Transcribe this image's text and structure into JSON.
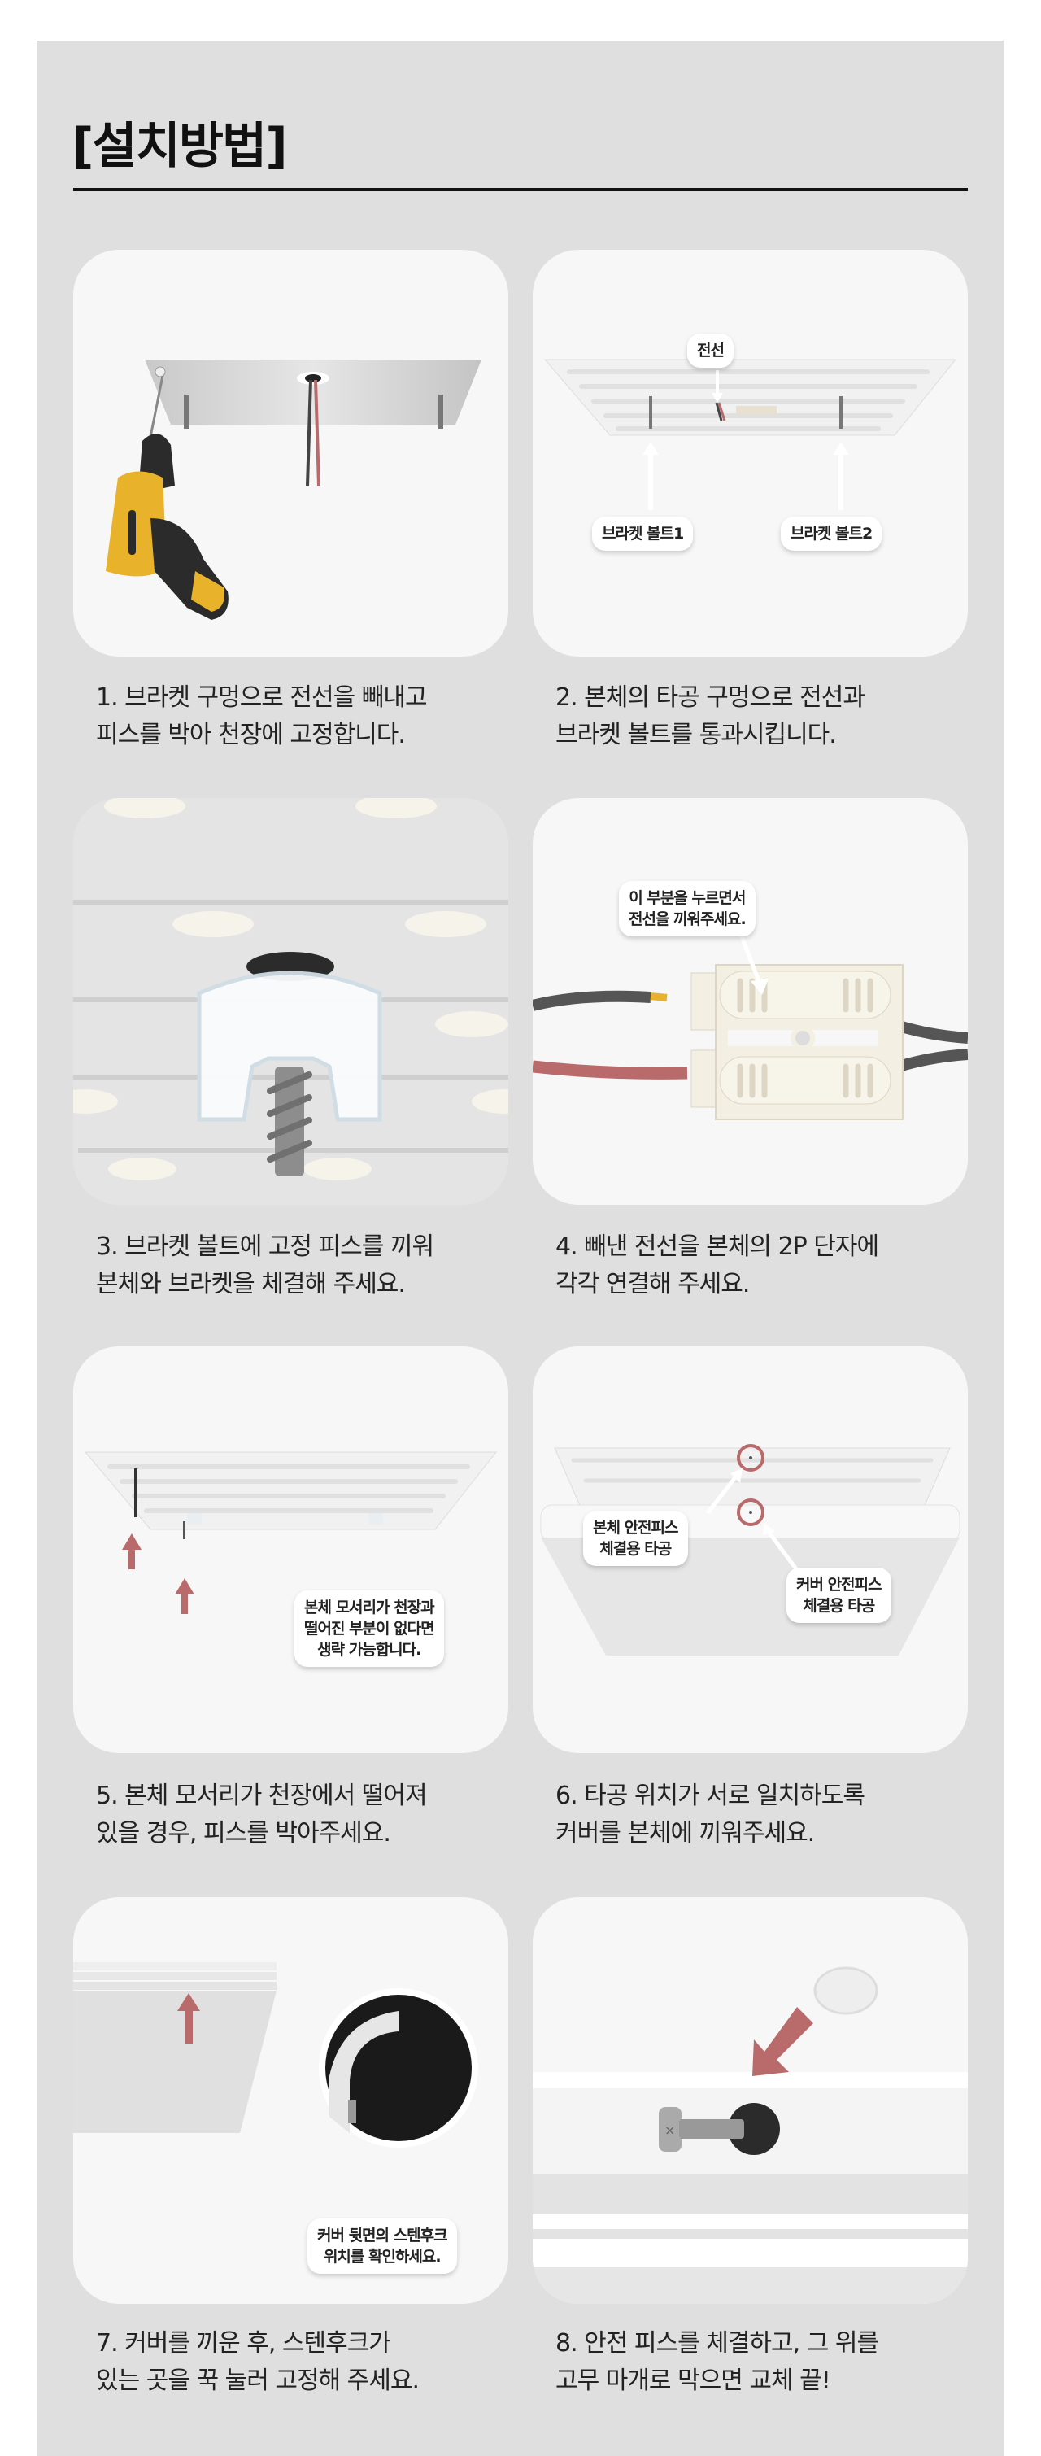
{
  "title": "[설치방법]",
  "colors": {
    "background": "#dfdfdf",
    "card": "#f7f7f7",
    "accent_red": "#b96a6a",
    "drill_yellow": "#e8b22a"
  },
  "steps": [
    {
      "caption": [
        "1. 브라켓 구멍으로 전선을 빼내고",
        "피스를 박아 천장에 고정합니다."
      ],
      "labels": []
    },
    {
      "caption": [
        "2. 본체의 타공 구멍으로 전선과",
        "브라켓 볼트를 통과시킵니다."
      ],
      "labels": [
        "전선",
        "브라켓 볼트1",
        "브라켓 볼트2"
      ]
    },
    {
      "caption": [
        "3. 브라켓 볼트에 고정 피스를 끼워",
        "본체와 브라켓을 체결해 주세요."
      ],
      "labels": []
    },
    {
      "caption": [
        "4. 빼낸 전선을 본체의 2P 단자에",
        "각각 연결해 주세요."
      ],
      "labels": [
        [
          "이 부분을 누르면서",
          "전선을 끼워주세요."
        ]
      ]
    },
    {
      "caption": [
        "5. 본체 모서리가 천장에서 떨어져",
        "있을 경우, 피스를 박아주세요."
      ],
      "labels": [
        [
          "본체 모서리가 천장과",
          "떨어진 부분이 없다면",
          "생략 가능합니다."
        ]
      ]
    },
    {
      "caption": [
        "6. 타공 위치가 서로 일치하도록",
        "커버를 본체에 끼워주세요."
      ],
      "labels": [
        [
          "본체 안전피스",
          "체결용 타공"
        ],
        [
          "커버 안전피스",
          "체결용 타공"
        ]
      ]
    },
    {
      "caption": [
        "7. 커버를 끼운 후, 스텐후크가",
        "있는 곳을 꾹 눌러 고정해 주세요."
      ],
      "labels": [
        [
          "커버 뒷면의 스텐후크",
          "위치를 확인하세요."
        ]
      ]
    },
    {
      "caption": [
        "8. 안전 피스를 체결하고, 그 위를",
        "고무 마개로 막으면 교체 끝!"
      ],
      "labels": []
    }
  ]
}
